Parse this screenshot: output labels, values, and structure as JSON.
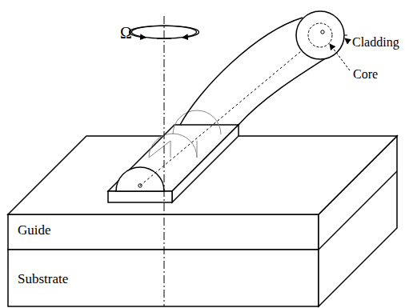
{
  "diagram": {
    "labels": [
      "Ω",
      "Cladding",
      "Core",
      "Guide",
      "Substrate"
    ]
  }
}
